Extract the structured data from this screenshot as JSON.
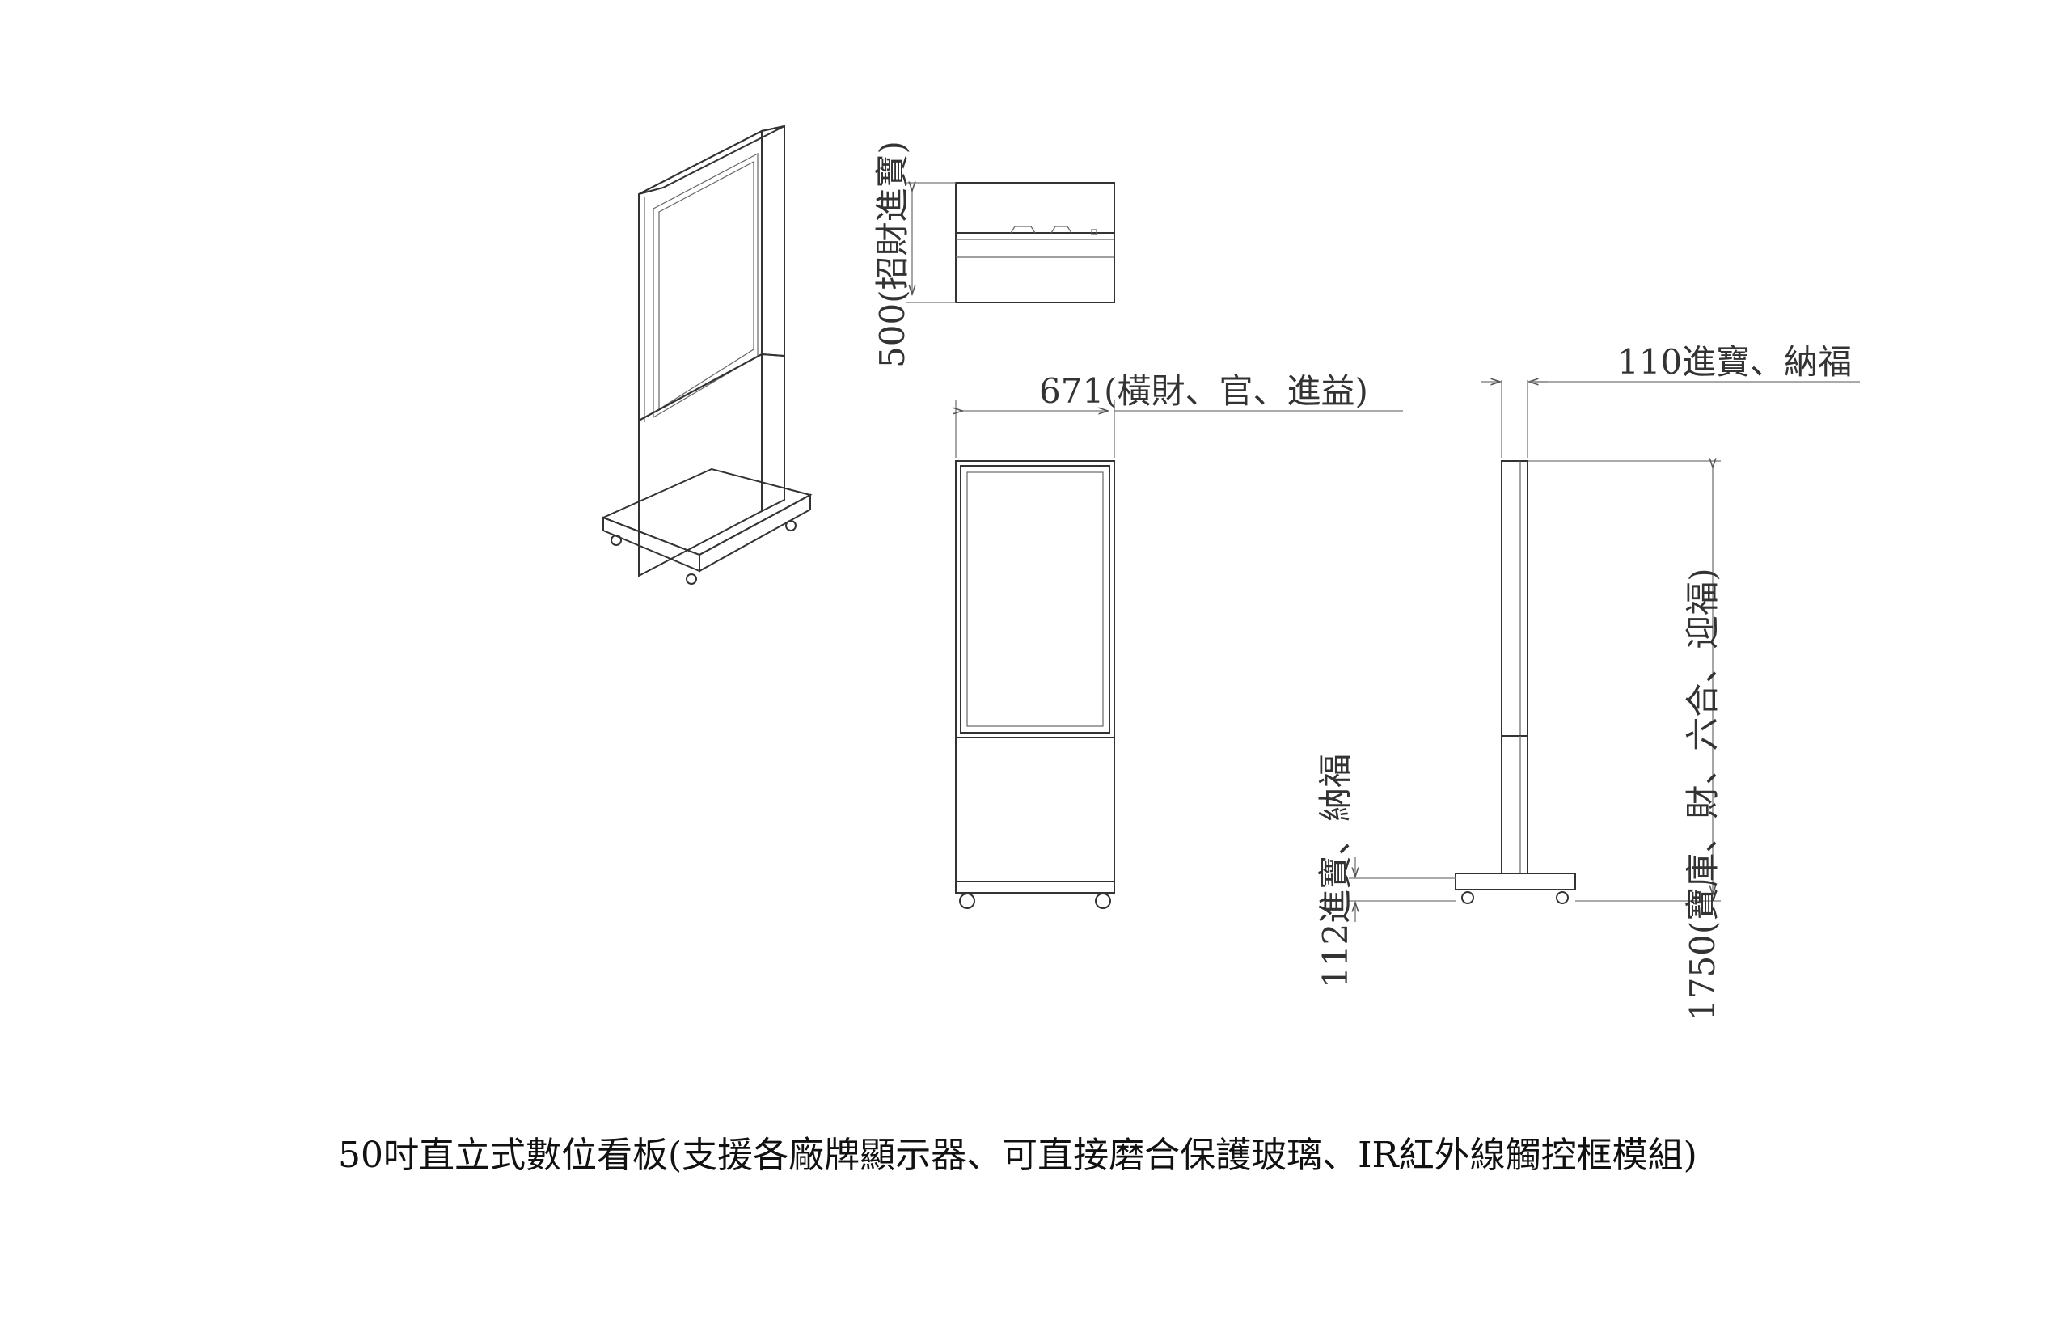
{
  "dimensions": {
    "depth_top": "500(招財進寶)",
    "width": "671(橫財、官、進益)",
    "side_depth": "110進寶、納福",
    "height": "1750(寶庫、財、六合、迎福)",
    "base_height": "112進寶、納福"
  },
  "caption": "50吋直立式數位看板(支援各廠牌顯示器、可直接磨合保護玻璃、IR紅外線觸控框模組)"
}
